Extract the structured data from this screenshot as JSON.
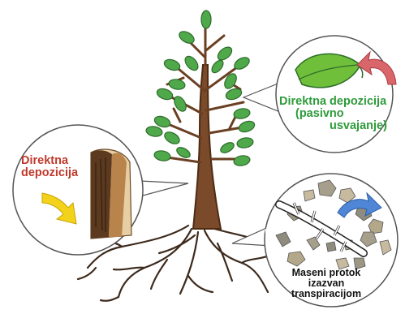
{
  "diagram": {
    "callout_left": {
      "lines": [
        "Direktna",
        "depozicija"
      ]
    },
    "callout_top": {
      "lines": [
        "Direktna depozicija",
        "(pasivno",
        "usvajanje)"
      ]
    },
    "callout_bottom": {
      "lines": [
        "Maseni protok",
        "izazvan",
        "transpiracijom"
      ]
    },
    "colors": {
      "trunk": "#7a4a2a",
      "trunk_dark": "#4d2c14",
      "leaf": "#4fa84a",
      "leaf_dark": "#2c6b2a",
      "left_label": "#c0392b",
      "top_label": "#2e9b3a",
      "arrow_red": "#d9666a",
      "arrow_yellow": "#f2d21a",
      "arrow_blue": "#4f86d6"
    }
  }
}
